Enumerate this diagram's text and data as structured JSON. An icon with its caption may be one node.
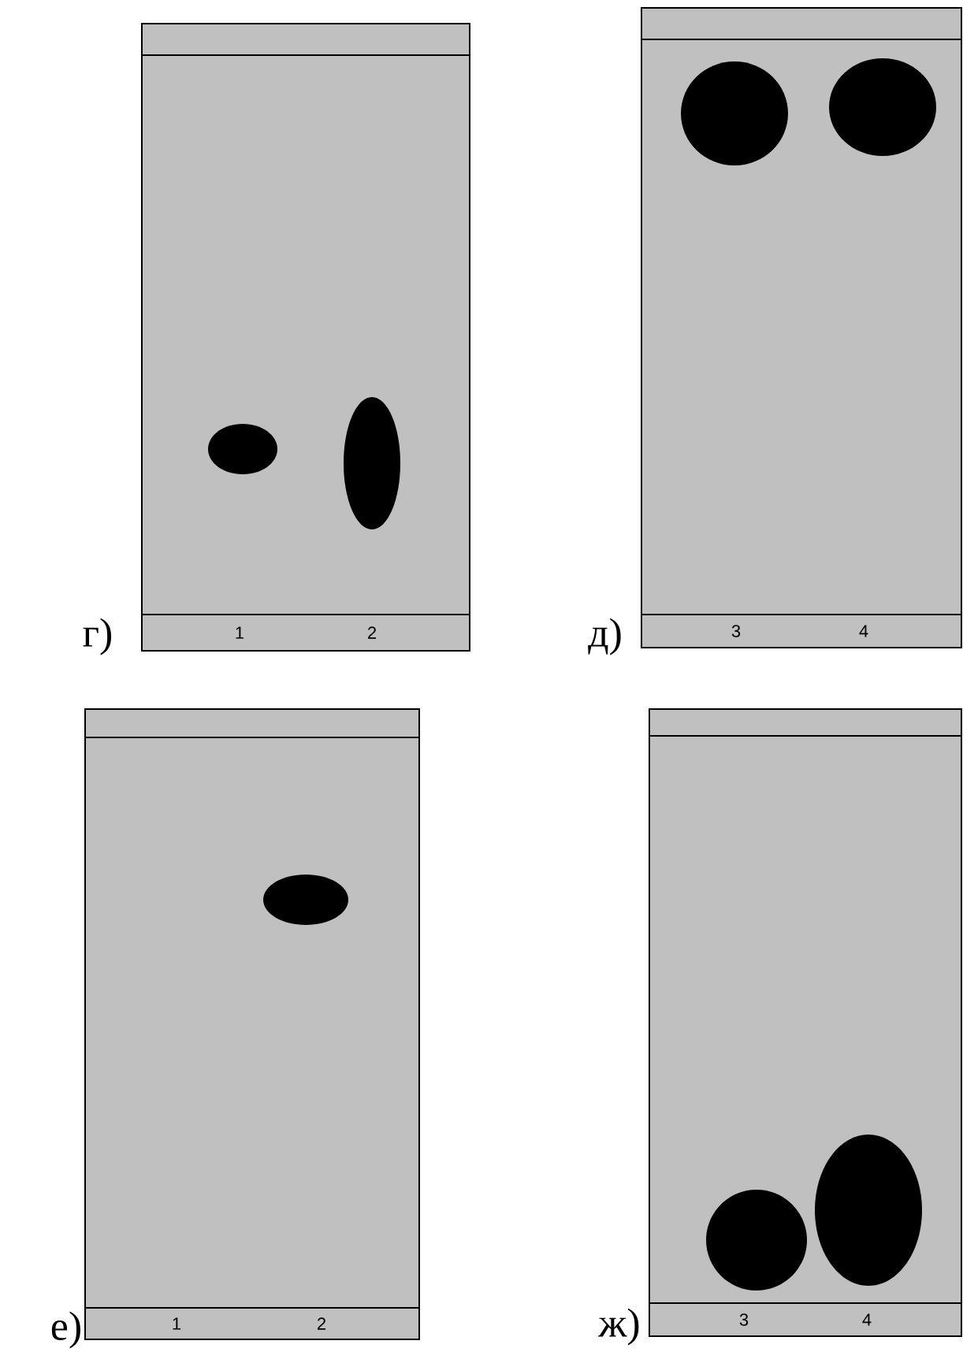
{
  "diagram": {
    "nodes": [
      {
        "text": [
          "1",
          "2"
        ],
        "beside": [
          "г)"
        ]
      },
      {
        "text": [
          "3",
          "4"
        ],
        "beside": [
          "д)"
        ]
      },
      {
        "text": [
          "1",
          "2"
        ],
        "beside": [
          "е)"
        ]
      },
      {
        "text": [
          "3",
          "4"
        ],
        "beside": [
          "ж)"
        ]
      }
    ]
  }
}
